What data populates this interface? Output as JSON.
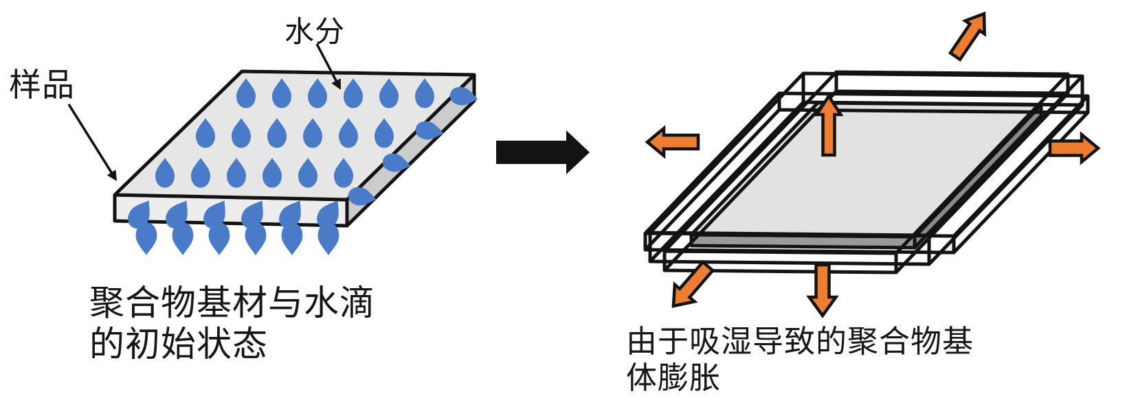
{
  "colors": {
    "background": "#ffffff",
    "droplet_blue": "#4A7BC8",
    "arrow_orange": "#ED7D31",
    "outline": "#131313",
    "slab_top": "#e6e6e6",
    "slab_front": "#ededed",
    "slab_side": "#cccccc",
    "swollen_slab_top": "#e2e2e2",
    "swollen_slab_front": "#9a9a9a",
    "swollen_slab_side": "#8a8a8a"
  },
  "left_panel": {
    "sample_label": "样品",
    "moisture_label": "水分",
    "caption_line1": "聚合物基材与水滴",
    "caption_line2": "的初始状态"
  },
  "process_arrow": {
    "direction": "right"
  },
  "right_panel": {
    "caption_line1": "由于吸湿导致的聚合物基",
    "caption_line2": "体膨胀",
    "expansion_arrows": [
      "up-right",
      "left",
      "up",
      "right",
      "down-left",
      "down"
    ]
  }
}
